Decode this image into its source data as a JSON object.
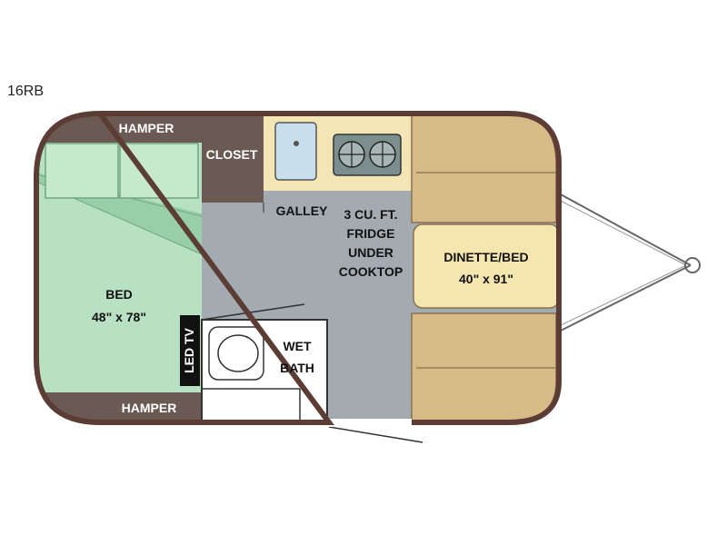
{
  "model": "16RB",
  "labels": {
    "hamper_top": "HAMPER",
    "hamper_bottom": "HAMPER",
    "closet": "CLOSET",
    "galley": "GALLEY",
    "fridge_1": "3 CU. FT.",
    "fridge_2": "FRIDGE",
    "fridge_3": "UNDER",
    "fridge_4": "COOKTOP",
    "dinette_1": "DINETTE/BED",
    "dinette_2": "40\" x 91\"",
    "bed_1": "BED",
    "bed_2": "48\" x 78\"",
    "wet_bath_1": "WET",
    "wet_bath_2": "BATH",
    "led_tv": "LED TV"
  },
  "colors": {
    "floor": "#a3abb0",
    "bed": "#b8e0c2",
    "bed_dark": "#98cfa8",
    "cabinet_brown": "#6b5a53",
    "galley_counter": "#f3e6b4",
    "dinette_tan": "#d7bb87",
    "dinette_table": "#f5e6b0",
    "wall": "#5c3d36",
    "bath": "#ffffff"
  }
}
